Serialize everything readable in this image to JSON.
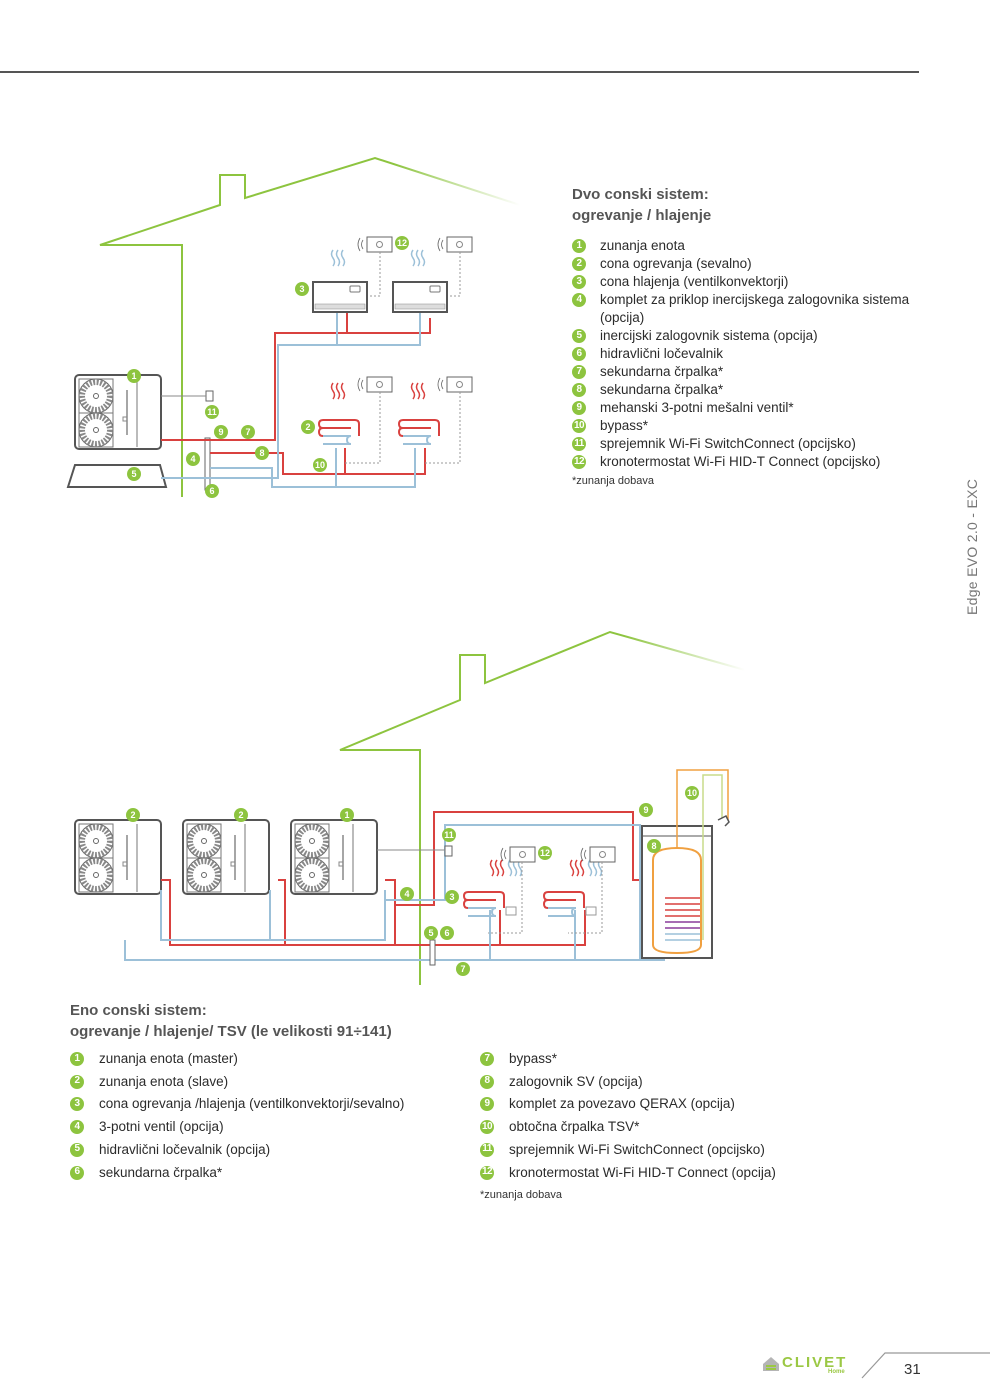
{
  "header": {
    "rule": true
  },
  "side_label": "Edge EVO 2.0 - EXC",
  "page_number": "31",
  "brand": {
    "name": "CLIVET",
    "sub": "Home",
    "color": "#9bc844"
  },
  "colors": {
    "accent": "#8dc43f",
    "hot_pipe": "#d9413f",
    "cold_pipe": "#9cc0d8",
    "house_outline": "#8dc43f",
    "dhw_pipe": "#f0a040"
  },
  "section1": {
    "title_line1": "Dvo conski sistem:",
    "title_line2": "ogrevanje / hlajenje",
    "items": [
      {
        "num": "1",
        "text": "zunanja enota"
      },
      {
        "num": "2",
        "text": "cona ogrevanja (sevalno)"
      },
      {
        "num": "3",
        "text": "cona hlajenja (ventilkonvektorji)"
      },
      {
        "num": "4",
        "text": "komplet za priklop inercijskega zalogovnika sistema (opcija)"
      },
      {
        "num": "5",
        "text": "inercijski zalogovnik sistema (opcija)"
      },
      {
        "num": "6",
        "text": "hidravlični ločevalnik"
      },
      {
        "num": "7",
        "text": "sekundarna črpalka*"
      },
      {
        "num": "8",
        "text": "sekundarna črpalka*"
      },
      {
        "num": "9",
        "text": "mehanski 3-potni mešalni ventil*"
      },
      {
        "num": "10",
        "text": "bypass*"
      },
      {
        "num": "11",
        "text": "sprejemnik Wi-Fi SwitchConnect (opcijsko)"
      },
      {
        "num": "12",
        "text": "kronotermostat Wi-Fi HID-T Connect (opcijsko)"
      }
    ],
    "footnote": "*zunanja dobava"
  },
  "section2": {
    "title_line1": "Eno conski sistem:",
    "title_line2": "ogrevanje / hlajenje/ TSV (le velikosti 91÷141)",
    "items_left": [
      {
        "num": "1",
        "text": "zunanja enota (master)"
      },
      {
        "num": "2",
        "text": "zunanja enota (slave)"
      },
      {
        "num": "3",
        "text": "cona ogrevanja /hlajenja (ventilkonvektorji/sevalno)"
      },
      {
        "num": "4",
        "text": "3-potni ventil (opcija)"
      },
      {
        "num": "5",
        "text": "hidravlični ločevalnik (opcija)"
      },
      {
        "num": "6",
        "text": "sekundarna črpalka*"
      }
    ],
    "items_right": [
      {
        "num": "7",
        "text": "bypass*"
      },
      {
        "num": "8",
        "text": "zalogovnik SV (opcija)"
      },
      {
        "num": "9",
        "text": "komplet za povezavo QERAX (opcija)"
      },
      {
        "num": "10",
        "text": "obtočna črpalka TSV*"
      },
      {
        "num": "11",
        "text": "sprejemnik Wi-Fi SwitchConnect (opcijsko)"
      },
      {
        "num": "12",
        "text": "kronotermostat Wi-Fi HID-T Connect (opcija)"
      }
    ],
    "footnote": "*zunanja dobava"
  },
  "diagram1_callouts": [
    "1",
    "2",
    "3",
    "4",
    "5",
    "6",
    "7",
    "8",
    "9",
    "10",
    "11",
    "12"
  ],
  "diagram2_callouts": [
    "1",
    "2",
    "2",
    "3",
    "4",
    "5",
    "6",
    "7",
    "8",
    "9",
    "10",
    "11",
    "12"
  ]
}
